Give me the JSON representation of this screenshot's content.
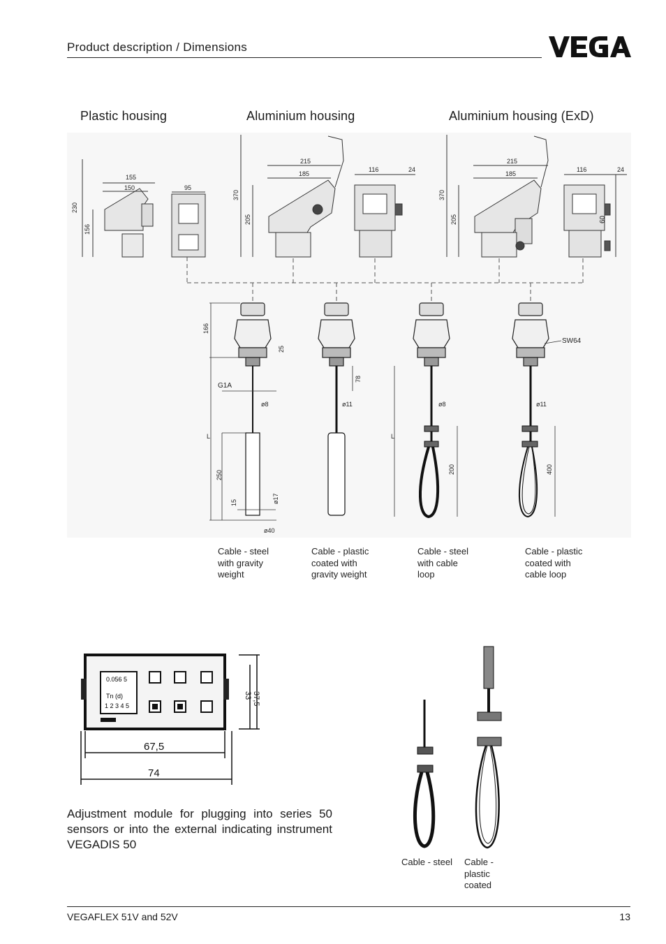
{
  "header": {
    "title": "Product description / Dimensions",
    "logo_text": "VEGA"
  },
  "housings": {
    "plastic": "Plastic housing",
    "aluminium": "Aluminium housing",
    "aluminium_exd": "Aluminium housing (ExD)"
  },
  "dimensions": {
    "plastic": [
      "155",
      "150",
      "230",
      "156",
      "95"
    ],
    "aluminium": [
      "215",
      "185",
      "370",
      "205",
      "116",
      "24"
    ],
    "aluminium_exd": [
      "215",
      "185",
      "370",
      "205",
      "116",
      "24",
      "60"
    ],
    "probes": [
      "166",
      "25",
      "G1A",
      "ø8",
      "78",
      "ø11",
      "L",
      "250",
      "15",
      "ø17",
      "ø40",
      "ø8",
      "200",
      "ø11",
      "400",
      "SW64"
    ],
    "module": [
      "67,5",
      "74",
      "37,5",
      "33"
    ]
  },
  "display": {
    "line1": "0.056 5",
    "line2": "Tn (d)",
    "line3": "1 2 3 4 5"
  },
  "captions": {
    "steel_weight": "Cable - steel\nwith gravity\nweight",
    "plastic_weight": "Cable - plastic\ncoated with\ngravity weight",
    "steel_loop": "Cable - steel\nwith cable\nloop",
    "plastic_loop": "Cable - plastic\ncoated with\ncable loop",
    "steel": "Cable - steel",
    "plastic_coated": "Cable -\nplastic\ncoated"
  },
  "description": "Adjustment module for plugging into series 50 sensors or into the external indicating instrument VEGADIS 50",
  "footer": {
    "product": "VEGAFLEX 51V and 52V",
    "page": "13"
  }
}
